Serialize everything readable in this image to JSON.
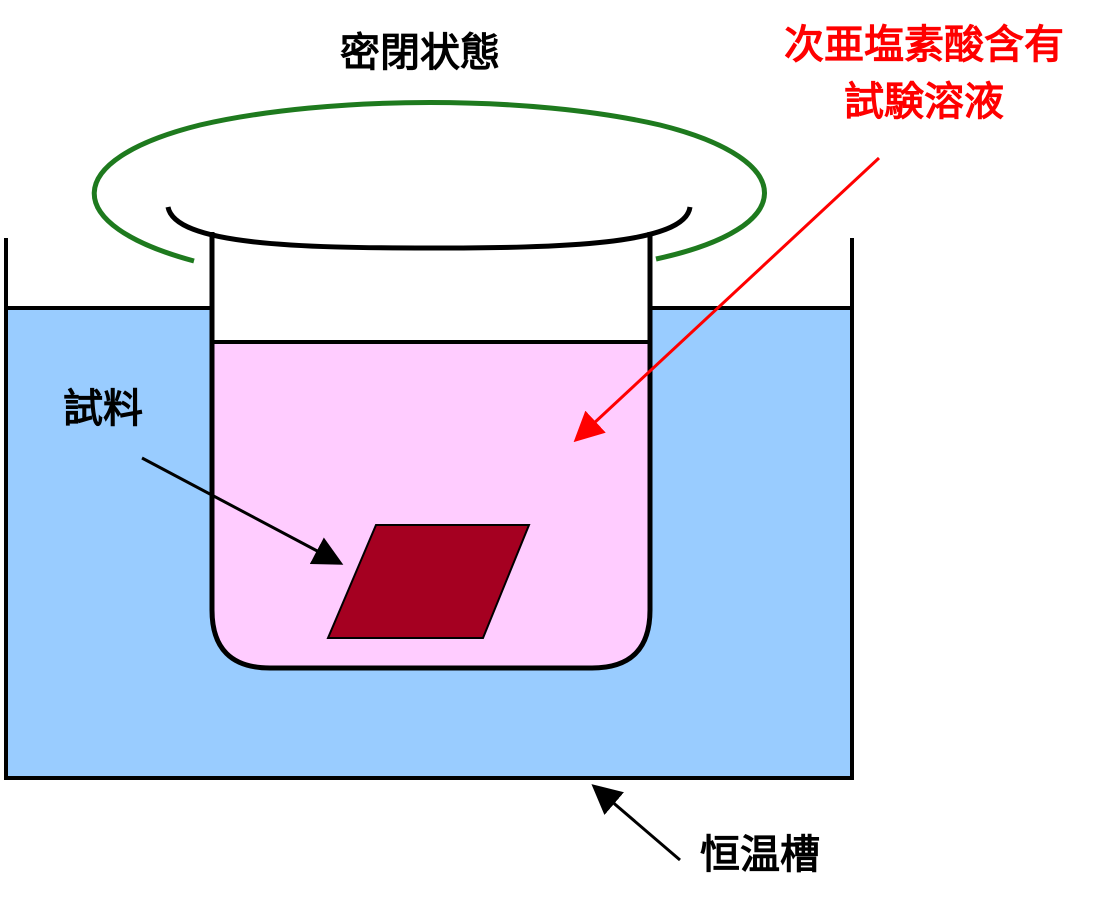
{
  "labels": {
    "sealed_state": "密閉状態",
    "solution": [
      "次亜塩素酸含有",
      "試験溶液"
    ],
    "sample": "試料",
    "thermostat_bath": "恒温槽"
  },
  "colors": {
    "bath_water": "#99CCFF",
    "solution_liquid": "#FFCCFF",
    "sample_piece": "#A50021",
    "seal_ring": "#1E7A1E",
    "solution_label": "#FF0000",
    "solution_arrow": "#FF0000",
    "outline": "#000000",
    "text": "#000000"
  }
}
